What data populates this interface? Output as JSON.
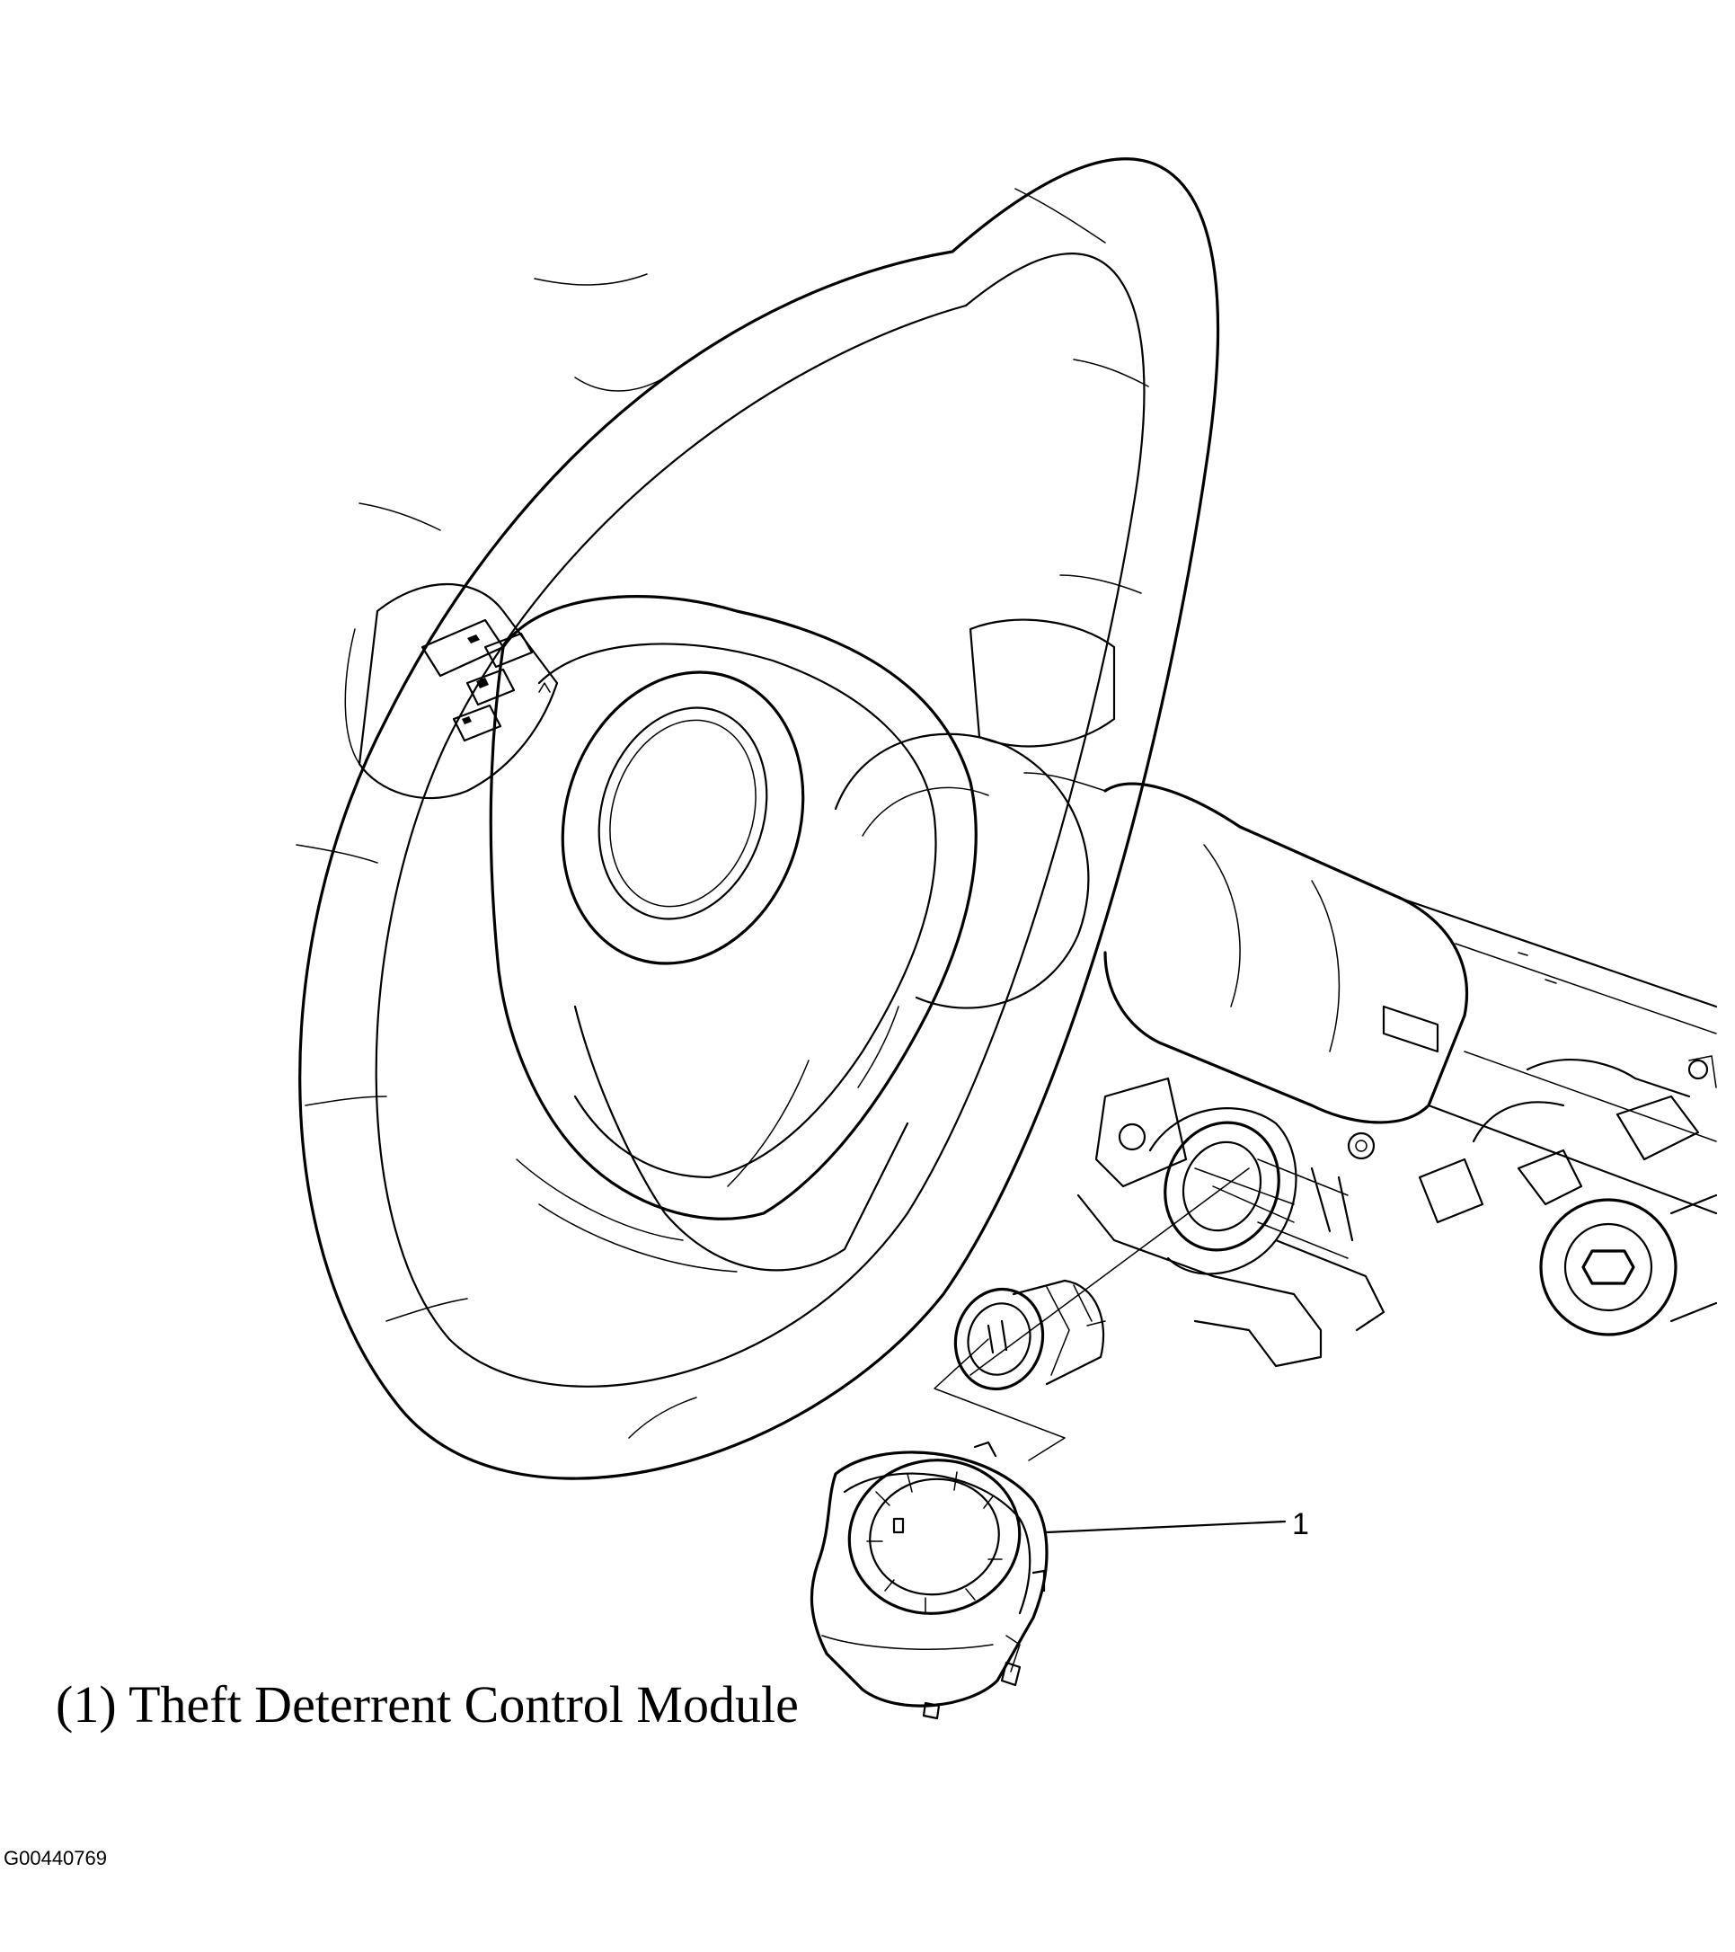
{
  "diagram": {
    "callouts": [
      {
        "number": "1",
        "target": "theft-deterrent-control-module"
      }
    ],
    "legend": [
      {
        "number": "1",
        "caption": "(1) Theft Deterrent Control Module"
      }
    ],
    "figure_id": "G00440769",
    "ink_color": "#000000",
    "background_color": "#ffffff"
  }
}
